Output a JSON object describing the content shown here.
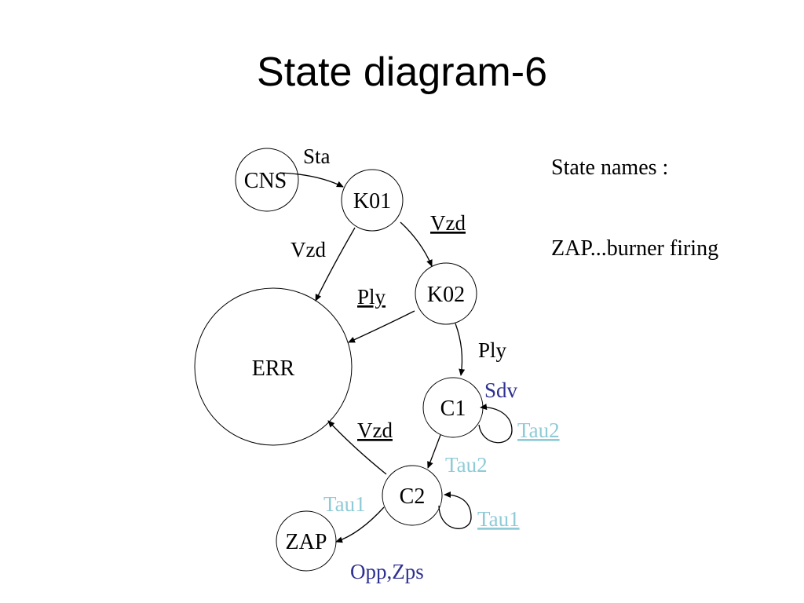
{
  "title": "State diagram-6",
  "notes": {
    "heading": "State names :",
    "entry": "ZAP...burner firing"
  },
  "colors": {
    "default": "#000000",
    "event_blue": "#2e3192",
    "timer_light": "#8ecbd6"
  },
  "states": {
    "cns": "CNS",
    "k01": "K01",
    "k02": "K02",
    "err": "ERR",
    "c1": "C1",
    "c2": "C2",
    "zap": "ZAP"
  },
  "edges": {
    "cns_k01": "Sta",
    "k01_err": "Vzd",
    "k01_k02": "Vzd",
    "k02_err": "Ply",
    "k02_c1": "Ply",
    "c1_sdv": "Sdv",
    "c1_self": "Tau2",
    "c1_c2": "Tau2",
    "c2_err": "Vzd",
    "c2_self": "Tau1",
    "c2_zap_tau": "Tau1",
    "c2_zap_event": "Opp,Zps"
  }
}
